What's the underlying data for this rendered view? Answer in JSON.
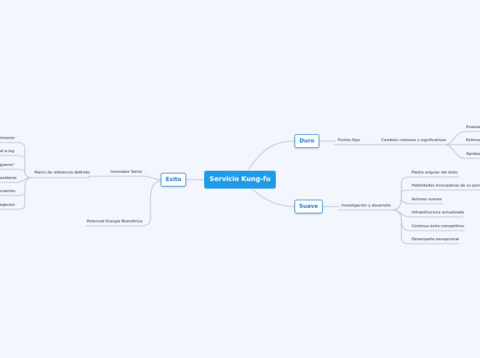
{
  "central": "Servicio Kung-fu",
  "branches": {
    "duro": {
      "label": "Duro",
      "puntos_fijos": "Puntos fijos",
      "cambios": "Cambios costosos y significativos",
      "leaves": [
        "Evaluac",
        "Estimac",
        "Aproba"
      ]
    },
    "suave": {
      "label": "Suave",
      "investigacion": "Investigación y desarrollo",
      "leaves": [
        "Piedra angular del éxito",
        "Habilidades innovadoras de su perso",
        "Aviones nuevos",
        "Infraestructura actualizada",
        "Continuo éxito competitivo",
        "Desempeño excepcional"
      ]
    },
    "exito": {
      "label": "Exito",
      "innovador": "Innovador Serial",
      "marco": "Marco de referencia definido",
      "potencial": "Potencial Energía Biométrica",
      "leaves": [
        "imiento",
        "al e-log",
        "guerra\"",
        "esidente",
        "cuentes",
        "egocios"
      ]
    }
  },
  "colors": {
    "background": "#f3f6fd",
    "central_fill": "#1e9be8",
    "main_border": "#2f86d3",
    "main_text": "#1a74c6",
    "connector": "#b8bccb"
  }
}
